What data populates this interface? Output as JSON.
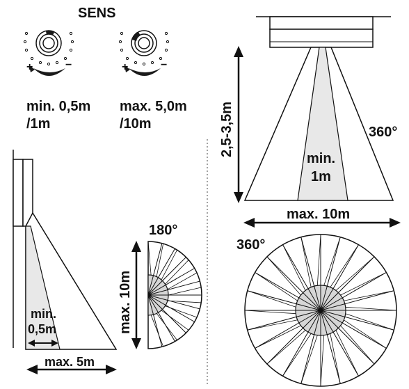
{
  "sens": {
    "title": "SENS",
    "left_dial": {
      "line1": "min. 0,5m",
      "line2": "/1m"
    },
    "right_dial": {
      "line1": "max. 5,0m",
      "line2": "/10m"
    },
    "plus": "+",
    "minus": "−"
  },
  "ceiling": {
    "height_label": "2,5-3,5m",
    "angle_label": "360°",
    "min_line1": "min.",
    "min_line2": "1m",
    "width_label": "max. 10m"
  },
  "wall": {
    "min_line1": "min.",
    "min_line2": "0,5m",
    "width_label": "max. 5m",
    "angle_label": "180°",
    "range_label": "max. 10m"
  },
  "top_view": {
    "angle_label": "360°"
  },
  "colors": {
    "ink": "#111111",
    "zone_fill": "#e8e8e8",
    "inner_fill": "#d6d6d6",
    "dial_dark": "#1a1a1a"
  }
}
